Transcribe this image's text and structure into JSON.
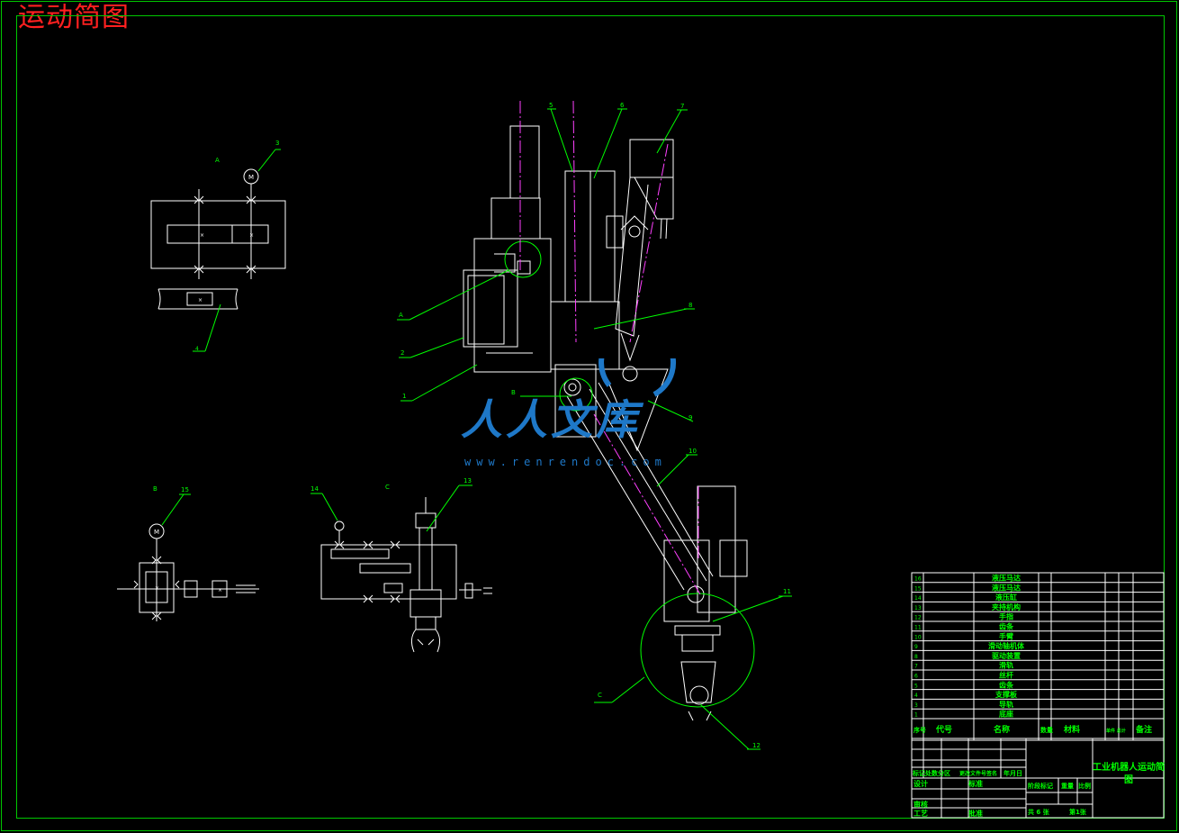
{
  "sheet_title": "运动简图",
  "watermark": {
    "text": "人人文库",
    "url": "www.renrendoc.com"
  },
  "colors": {
    "frame": "#00c800",
    "line": "#ffffff",
    "center": "#ff40ff",
    "leader": "#00ff00",
    "label": "#00ff00",
    "title": "#ff2020",
    "table_text": "#00ff00",
    "watermark": "#1e78c8"
  },
  "views": {
    "a": {
      "label": "A",
      "callouts": [
        "3",
        "4"
      ]
    },
    "b": {
      "label": "B",
      "callouts": [
        "15"
      ]
    },
    "c": {
      "label": "C",
      "callouts": [
        "14",
        "13"
      ]
    }
  },
  "main_callouts": [
    "5",
    "6",
    "7",
    "8",
    "A",
    "2",
    "1",
    "B",
    "9",
    "10",
    "11",
    "C",
    "12"
  ],
  "motor_symbol": "M",
  "bom": {
    "rows": [
      {
        "no": "16",
        "name": "液压马达"
      },
      {
        "no": "15",
        "name": "液压马达"
      },
      {
        "no": "14",
        "name": "液压缸"
      },
      {
        "no": "13",
        "name": "夹持机构"
      },
      {
        "no": "12",
        "name": "手指"
      },
      {
        "no": "11",
        "name": "齿条"
      },
      {
        "no": "10",
        "name": "手臂"
      },
      {
        "no": "9",
        "name": "滑动轴机体"
      },
      {
        "no": "8",
        "name": "驱动装置"
      },
      {
        "no": "7",
        "name": "滑轨"
      },
      {
        "no": "6",
        "name": "丝杆"
      },
      {
        "no": "5",
        "name": "齿条"
      },
      {
        "no": "4",
        "name": "支撑板"
      },
      {
        "no": "3",
        "name": "导轨"
      },
      {
        "no": "1",
        "name": "底座"
      }
    ],
    "header": {
      "no": "序号",
      "code": "代号",
      "name": "名称",
      "qty": "数量",
      "material": "材料",
      "weight": "单件 总计",
      "weight_sub": "重量",
      "remark": "备注"
    }
  },
  "title_block": {
    "drawing_title": "工业机器人运动简图",
    "row_mark": "标记处数分区",
    "row_change": "更改文件号签名",
    "row_date": "年月日",
    "design": "设计",
    "standard": "标准",
    "stage": "阶段标记",
    "weight": "重量",
    "scale": "比例",
    "review": "审核",
    "process": "工艺",
    "approve": "批准",
    "total_sheets": "共 6 张",
    "sheet_no": "第1张"
  }
}
